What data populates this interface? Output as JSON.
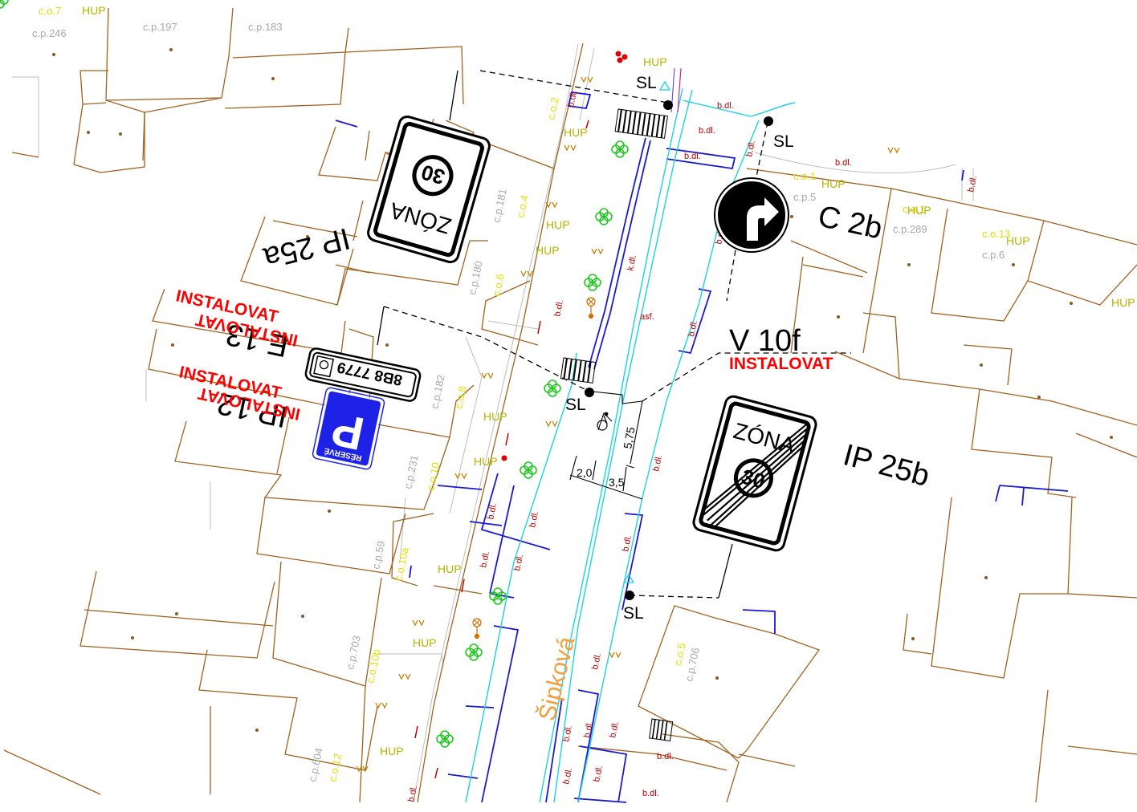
{
  "street_name": "Šipková",
  "sign_labels": {
    "ip25a": "IP 25a",
    "ip25b": "IP 25b",
    "c2b": "C 2b",
    "v10f": "V 10f",
    "e13": "E 13",
    "ip12": "IP 12",
    "install": "INSTALOVAT"
  },
  "sign_contents": {
    "zone_word": "ZÓNA",
    "zone_speed": "30",
    "parking_letter": "P",
    "parking_reserve": "RÉSERVÉ",
    "plate_number": "8B8 7779"
  },
  "street_light": "SL",
  "surface": {
    "asphalt": "asf.",
    "paving": "b.dl.",
    "stone_paving": "k.dl."
  },
  "utility": {
    "hup": "HUP"
  },
  "parking_dims": {
    "width_a": "2,0",
    "width_b": "3,5",
    "length": "5,75"
  },
  "house_numbers": {
    "cp246": "c.p.246",
    "cp197": "c.p.197",
    "cp183": "c.p.183",
    "cp181": "c.p.181",
    "cp180": "c.p.180",
    "cp182": "c.p.182",
    "cp231": "c.p.231",
    "cp59": "c.p.59",
    "cp703": "c.p.703",
    "cp604": "c.p.604",
    "cp5": "c.p.5",
    "cp289": "c.p.289",
    "cp6": "c.p.6",
    "cp706": "c.p.706"
  },
  "orientation_numbers": {
    "co7": "c.o.7",
    "co2": "c.o.2",
    "co4": "c.o.4",
    "co6": "c.o.6",
    "co8": "c.o.8",
    "co10": "c.o.10",
    "co10a": "c.o.10a",
    "co10b": "c.o.10b",
    "co12": "c.o.12",
    "co1": "c.o.1",
    "co5": "c.o.5",
    "co13": "c.o.13"
  },
  "colors": {
    "parcel_lines": "#a0621e",
    "curb_lines": "#1a1ad0",
    "edge_lines": "#19d4e0",
    "install_text": "#ff0000",
    "house_number_text": "#a9a9a9",
    "orientation_number_text": "#e3e000",
    "hup_text": "#b4b400",
    "surface_text": "#c00000",
    "tree_symbol": "#1ec81e",
    "parking_sign_bg": "#1e22e6"
  }
}
